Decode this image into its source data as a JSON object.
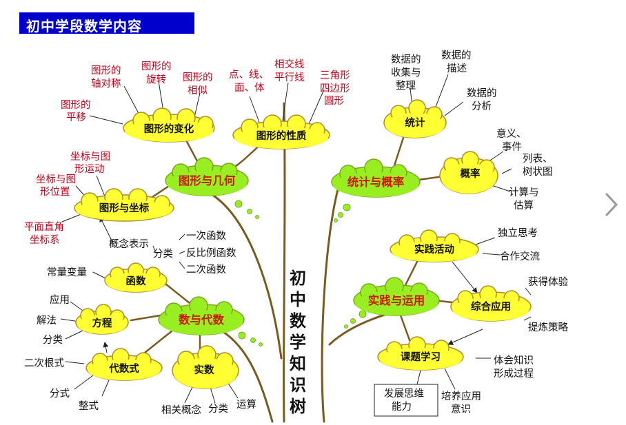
{
  "title": "初中学段数学内容",
  "trunk_text": [
    "初",
    "中",
    "数",
    "学",
    "知",
    "识",
    "树"
  ],
  "branches": {
    "geometry": "图形与几何",
    "algebra": "数与代数",
    "statistics": "统计与概率",
    "practice": "实践与运用"
  },
  "nodes": {
    "transform": "图形的变化",
    "properties": "图形的性质",
    "coord": "图形与坐标",
    "function": "函数",
    "equation": "方程",
    "algexpr": "代数式",
    "realnum": "实数",
    "stats": "统计",
    "prob": "概率",
    "activity": "实践活动",
    "integrated": "综合应用",
    "project": "课题学习"
  },
  "leaves": {
    "symmetry": [
      "图形的",
      "轴对称"
    ],
    "rotation": [
      "图形的",
      "旋转"
    ],
    "similar": [
      "图形的",
      "相似"
    ],
    "translation": [
      "图形的",
      "平移"
    ],
    "point_line": [
      "点、线、",
      "面、体"
    ],
    "lines": [
      "相交线",
      "平行线"
    ],
    "shapes": [
      "三角形",
      "四边形",
      "圆形"
    ],
    "coord_motion": [
      "坐标与图",
      "形运动"
    ],
    "coord_position": [
      "坐标与图",
      "形位置"
    ],
    "cartesian": [
      "平面直角",
      "坐标系"
    ],
    "concept_rep": "概念表示",
    "classify": "分类",
    "linear_fn": "一次函数",
    "inverse_fn": "反比例函数",
    "quadratic_fn": "二次函数",
    "constants": "常量变量",
    "apply": "应用",
    "solve": "解法",
    "eq_classify": "分类",
    "radical": "二次根式",
    "fraction_expr": "分式",
    "integral_expr": "整式",
    "related_concepts": "相关概念",
    "num_classify": "分类",
    "operations": "运算",
    "collect": [
      "数据的",
      "收集与",
      "整理"
    ],
    "describe": [
      "数据的",
      "描述"
    ],
    "analyze": [
      "数据的",
      "分析"
    ],
    "meaning": [
      "意义、",
      "事件"
    ],
    "table_tree": [
      "列表、",
      "树状图"
    ],
    "calc_est": [
      "计算与",
      "估算"
    ],
    "independent": "独立思考",
    "cooperate": "合作交流",
    "gain": "获得体验",
    "refine": "提炼策略",
    "knowledge": [
      "体会知识",
      "形成过程"
    ],
    "develop": [
      "发展思维",
      "能力"
    ],
    "cultivate": [
      "培养应用",
      "意识"
    ]
  },
  "colors": {
    "title_bg": "#0000cc",
    "cloud": "#ffff33",
    "green_cloud": "#99ee22",
    "branch": "#7a5a1e",
    "red_text": "#c00018"
  }
}
